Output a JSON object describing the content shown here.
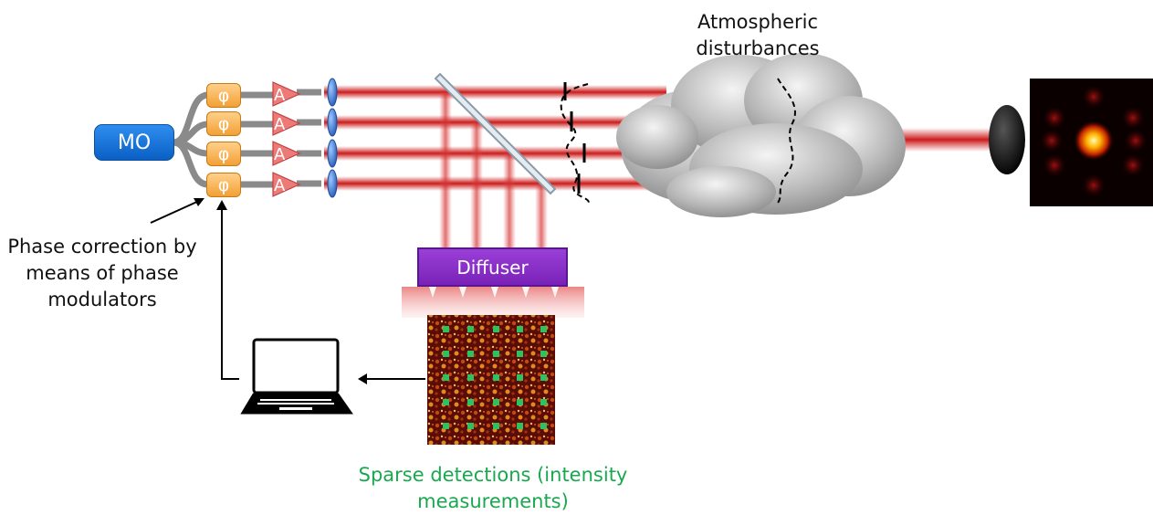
{
  "labels": {
    "atmosphere": "Atmospheric disturbances",
    "phase_correction": "Phase correction by means of phase modulators",
    "sparse_detections": "Sparse detections (intensity measurements)"
  },
  "components": {
    "master_oscillator": "MO",
    "phase_modulator_symbol": "φ",
    "amplifier_symbol": "A",
    "diffuser": "Diffuser"
  },
  "colors": {
    "beam": "#d01818",
    "master_oscillator": "#1f7de0",
    "phase_modulator": "#f5a53c",
    "amplifier": "#e8706e",
    "diffuser": "#8a2fc8",
    "sparse_detector": "#1aa84f"
  },
  "icons": [
    "laptop-icon",
    "cloud-icon",
    "lens-icon",
    "beam-splitter-icon",
    "target-lens-icon",
    "speckle-pattern",
    "far-field-pattern"
  ]
}
